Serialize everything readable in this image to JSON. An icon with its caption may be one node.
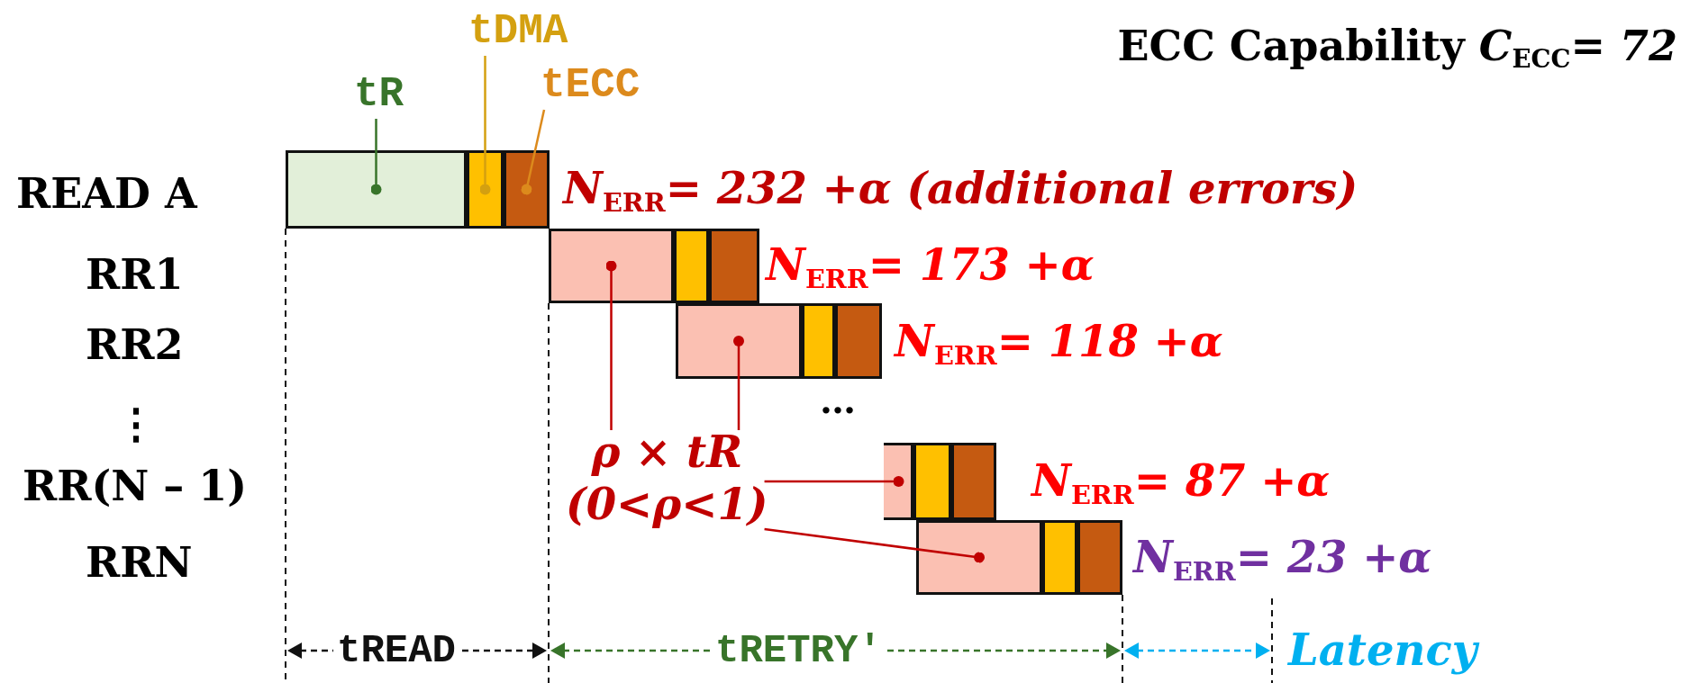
{
  "diagram": {
    "title": "ECC Capability *C*$_{ECC}$*= 72*",
    "nodes": [
      {
        "text": [
          "tR"
        ]
      },
      {
        "text": [
          "tDMA"
        ]
      },
      {
        "text": [
          "tECC"
        ]
      },
      {
        "text": [],
        "shape": "box"
      },
      {
        "text": [],
        "shape": "box"
      },
      {
        "text": [],
        "shape": "box"
      },
      {
        "text": [],
        "shape": "box"
      },
      {
        "text": [],
        "shape": "box"
      },
      {
        "text": [],
        "shape": "box"
      },
      {
        "text": [],
        "shape": "box"
      },
      {
        "text": [],
        "shape": "box"
      },
      {
        "text": [],
        "shape": "box"
      },
      {
        "text": [],
        "shape": "box"
      },
      {
        "text": [],
        "shape": "box"
      },
      {
        "text": [],
        "shape": "box"
      },
      {
        "text": [],
        "shape": "box"
      },
      {
        "text": [],
        "shape": "box"
      },
      {
        "text": [],
        "shape": "box"
      },
      {
        "text": [
          "ρ × tR",
          "(0<ρ<1)"
        ]
      }
    ],
    "edges": [
      {
        "from": 0,
        "to": 3,
        "arrow": "other",
        "color": "#38742a"
      },
      {
        "from": 1,
        "to": 4,
        "arrow": "other",
        "color": "#d4a010"
      },
      {
        "from": 2,
        "to": 5,
        "arrow": "other",
        "color": "#dc8a1c"
      },
      {
        "from": 18,
        "to": 6,
        "arrow": "other"
      },
      {
        "from": 18,
        "to": 9,
        "arrow": "other"
      },
      {
        "from": 18,
        "to": 12,
        "arrow": "other"
      },
      {
        "from": 18,
        "to": 15,
        "arrow": "other"
      }
    ],
    "labels": [
      "READ A",
      "N$_{ERR}$= 232 +α (additional errors)",
      "RR1",
      "N$_{ERR}$= 173 +α",
      "RR2",
      "N$_{ERR}$= 118 +α",
      "…",
      "⋮",
      "RR(N – 1)",
      "N$_{ERR}$= 87 +α",
      "RRN",
      "N$_{ERR}$= 23 +α",
      "tREAD",
      "tRETRY′",
      "Latency"
    ]
  }
}
